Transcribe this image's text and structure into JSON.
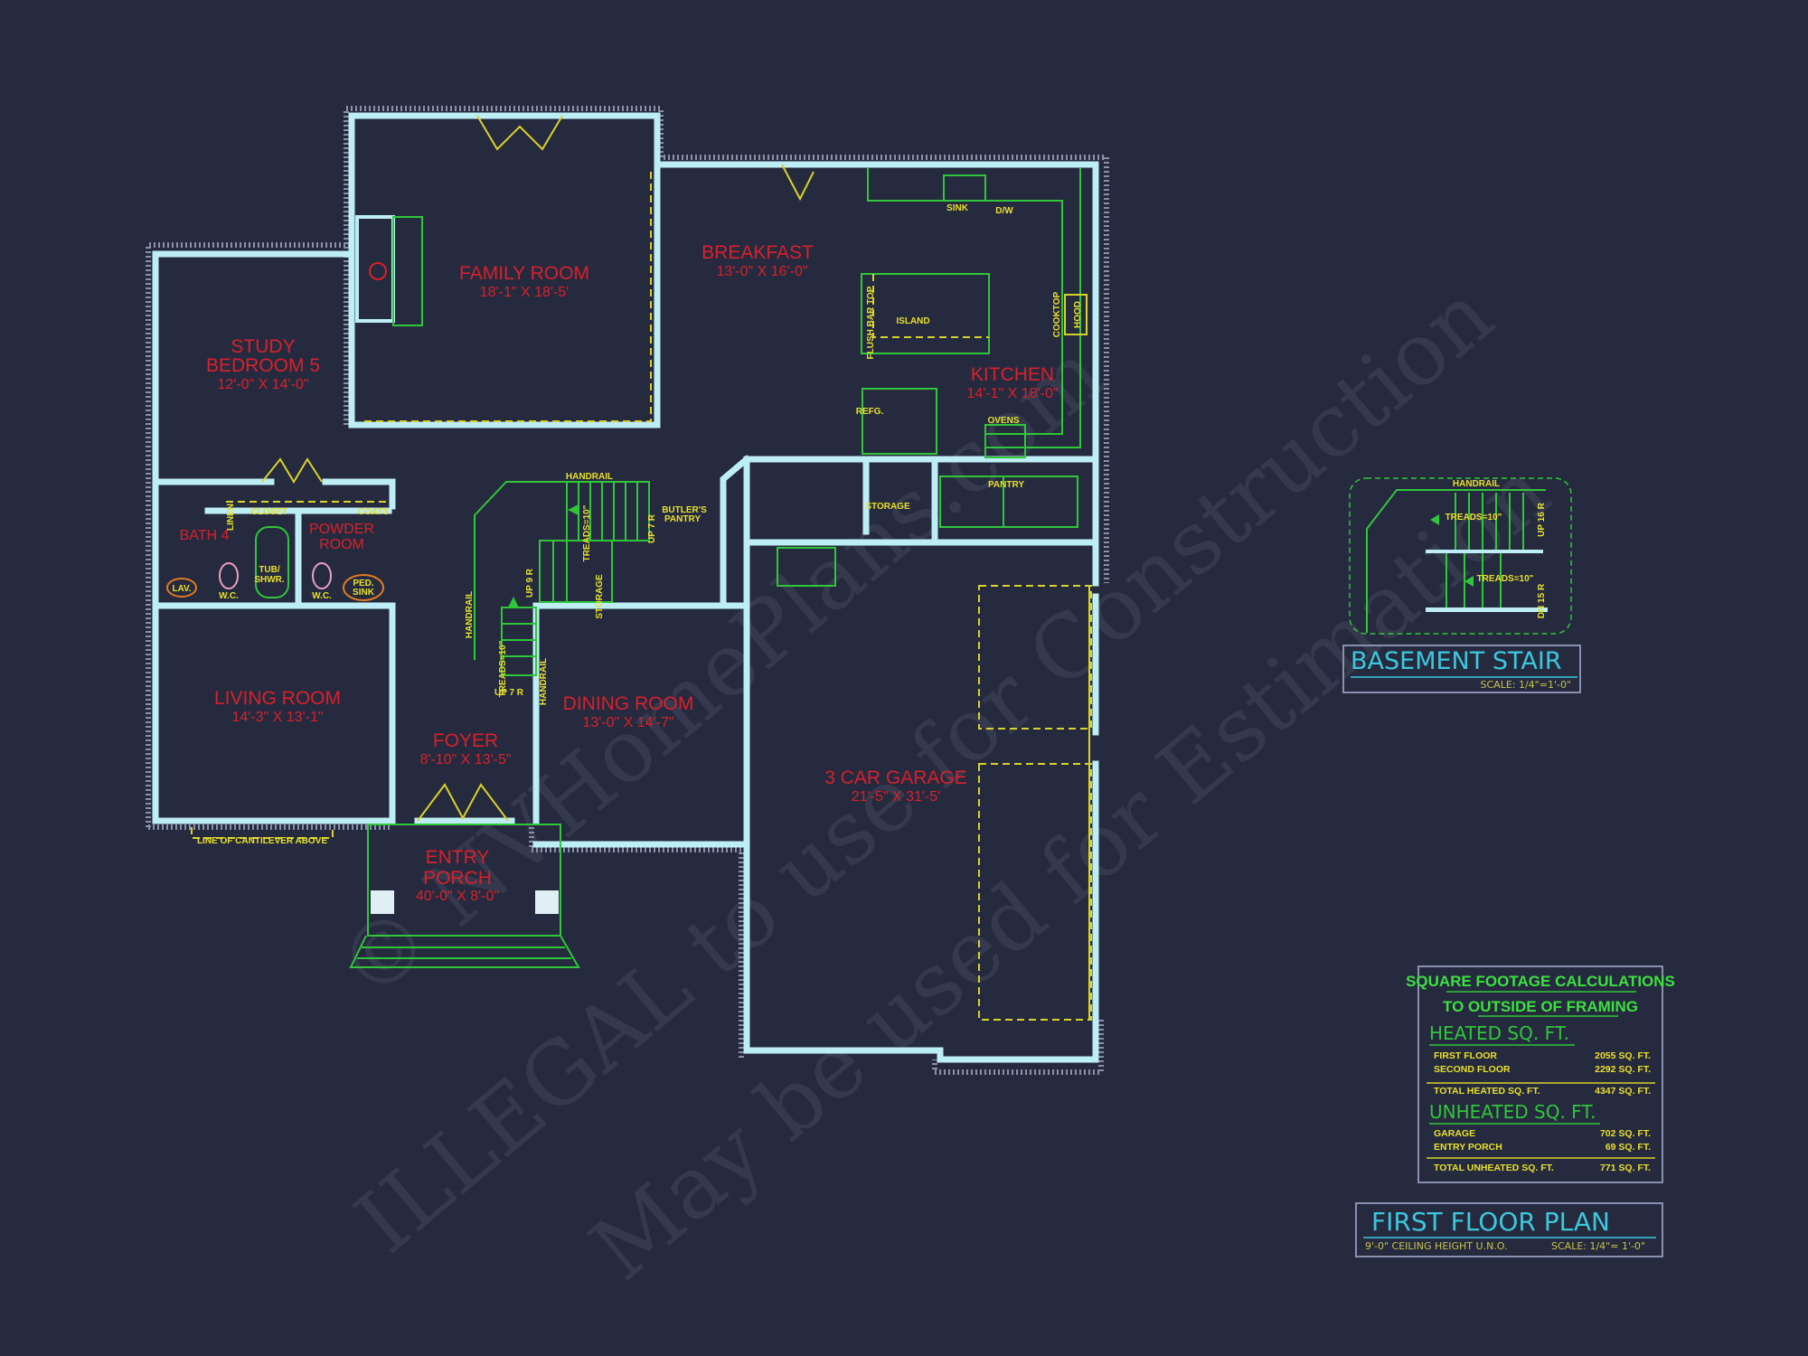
{
  "watermarks": [
    "© NVHomePlans.com",
    "ILLEGAL to use for Construction",
    "May be used for Estimation"
  ],
  "rooms": {
    "family_room": {
      "name": "FAMILY ROOM",
      "dims": "18'-1\" X 18'-5'"
    },
    "breakfast": {
      "name": "BREAKFAST",
      "dims": "13'-0\" X 16'-0\""
    },
    "study": {
      "name1": "STUDY",
      "name2": "BEDROOM 5",
      "dims": "12'-0\" X 14'-0\""
    },
    "kitchen": {
      "name": "KITCHEN",
      "dims": "14'-1\" X 18'-0\""
    },
    "bath4": {
      "name": "BATH 4"
    },
    "powder": {
      "name1": "POWDER",
      "name2": "ROOM"
    },
    "living_room": {
      "name": "LIVING ROOM",
      "dims": "14'-3\" X 13'-1\""
    },
    "foyer": {
      "name": "FOYER",
      "dims": "8'-10\" X 13'-5\""
    },
    "dining_room": {
      "name": "DINING ROOM",
      "dims": "13'-0\" X 14'-7\""
    },
    "garage": {
      "name": "3 CAR GARAGE",
      "dims": "21'-5\" X 31'-5'"
    },
    "entry_porch": {
      "name1": "ENTRY",
      "name2": "PORCH",
      "dims": "40'-0\" X 8'-0\""
    }
  },
  "labels": {
    "sink": "SINK",
    "dw": "D/W",
    "island": "ISLAND",
    "flush_bar_top": "FLUSH BAR TOP",
    "cooktop": "COOKTOP",
    "hood": "HOOD",
    "refg": "REFG.",
    "ovens": "OVENS",
    "pantry": "PANTRY",
    "storage": "STORAGE",
    "butlers_pantry_1": "BUTLER'S",
    "butlers_pantry_2": "PANTRY",
    "handrail": "HANDRAIL",
    "treads": "TREADS=10\"",
    "up7r": "UP 7 R",
    "up9r": "UP 9 R",
    "linen": "LINEN",
    "closet": "CLOSET",
    "coats": "COATS",
    "tub1": "TUB/",
    "tub2": "SHWR.",
    "wc": "W.C.",
    "lav": "LAV.",
    "ped1": "PED.",
    "ped2": "SINK",
    "cantilever": "LINE OF CANTILEVER ABOVE"
  },
  "basement_stair": {
    "title": "BASEMENT STAIR",
    "scale": "SCALE: 1/4\"=1'-0\"",
    "handrail": "HANDRAIL",
    "treads": "TREADS=10\"",
    "up": "UP 16 R",
    "dn": "DN 15 R"
  },
  "sqft": {
    "title1": "SQUARE FOOTAGE CALCULATIONS",
    "title2": "TO OUTSIDE OF FRAMING",
    "heated_title": "HEATED SQ. FT.",
    "heated": [
      {
        "label": "FIRST FLOOR",
        "value": "2055 SQ. FT."
      },
      {
        "label": "SECOND FLOOR",
        "value": "2292 SQ. FT."
      }
    ],
    "heated_total": {
      "label": "TOTAL HEATED SQ. FT.",
      "value": "4347 SQ. FT."
    },
    "unheated_title": "UNHEATED SQ. FT.",
    "unheated": [
      {
        "label": "GARAGE",
        "value": "702 SQ. FT."
      },
      {
        "label": "ENTRY PORCH",
        "value": "69 SQ. FT."
      }
    ],
    "unheated_total": {
      "label": "TOTAL UNHEATED SQ. FT.",
      "value": "771 SQ. FT."
    }
  },
  "plan_title": {
    "title": "FIRST FLOOR PLAN",
    "ceiling": "9'-0\" CEILING HEIGHT U.N.O.",
    "scale": "SCALE: 1/4\"= 1'-0\""
  },
  "colors": {
    "background": "#262a3e",
    "walls": "#bdeef5",
    "room_labels": "#d8202c",
    "annotations": "#e6e02c",
    "fixtures": "#2fc63a",
    "titles": "#3cc8dc"
  }
}
